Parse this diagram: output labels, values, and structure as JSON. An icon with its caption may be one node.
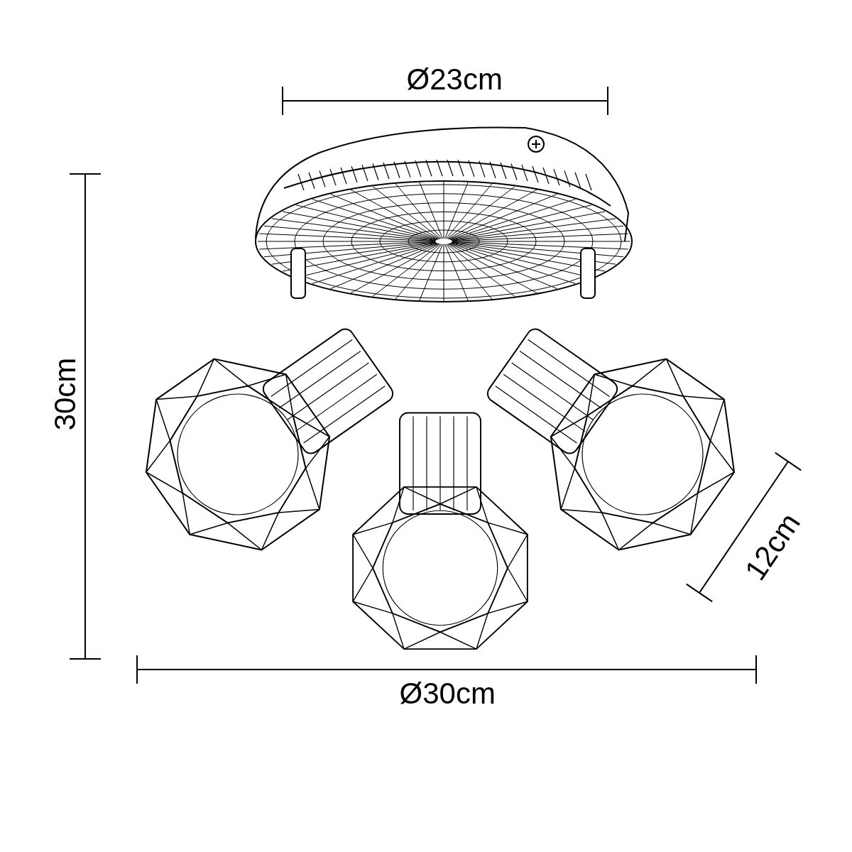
{
  "diagram": {
    "labels": [
      "Ø23cm",
      "30cm",
      "12cm",
      "Ø30cm"
    ]
  }
}
